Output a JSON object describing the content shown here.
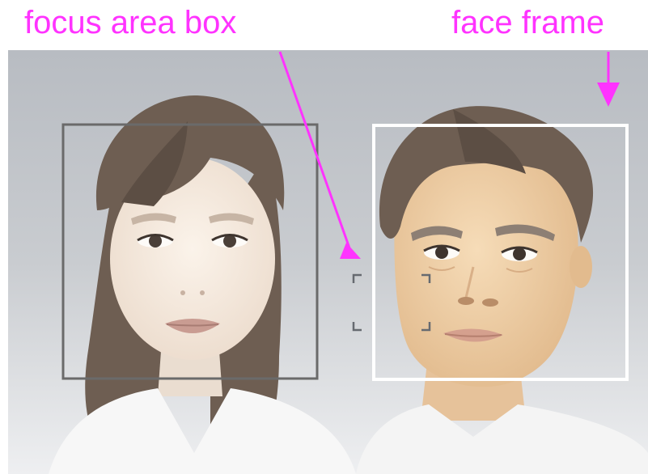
{
  "annotations": {
    "focus_area_label": "focus area box",
    "face_frame_label": "face frame"
  },
  "colors": {
    "annotation": "#ff33ff",
    "background_top": "#b8bcc2",
    "background_bottom": "#e9eaed",
    "face_frame": "#ffffff",
    "female_frame": "#6a6a6a",
    "hair": "#6e5e52",
    "skin_female": "#f3e5d8",
    "skin_male": "#efd0a8",
    "lips": "#c99c92",
    "shirt": "#f7f7f7",
    "focus_marks": "#666a70"
  },
  "figures": [
    "woman",
    "man"
  ],
  "icons": [
    "arrow-down-icon",
    "arrow-down-diagonal-icon",
    "focus-corner-icon"
  ]
}
